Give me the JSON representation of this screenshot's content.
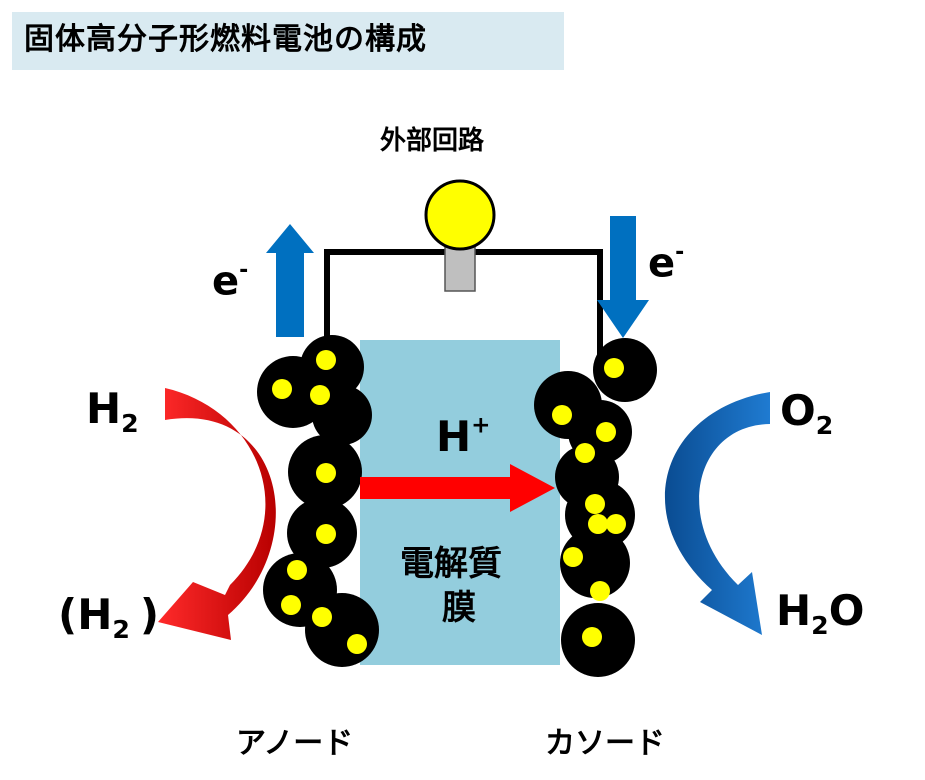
{
  "title": "固体高分子形燃料電池の構成",
  "external_circuit": "外部回路",
  "electron_left": "e",
  "electron_right": "e",
  "electron_sup": "-",
  "h_letter": "H",
  "sub_two": "2",
  "proton_sup": "+",
  "hydrogen_out_open": "(H",
  "hydrogen_out_close": ")",
  "oxygen_letter": "O",
  "water_letter": "O",
  "membrane_line1": "電解質",
  "membrane_line2": "膜",
  "anode": "アノード",
  "cathode": "カソード",
  "colors": {
    "title_bg": "#d9eaf1",
    "membrane": "#93cddd",
    "catalyst": "#000000",
    "platinum": "#ffff00",
    "proton_arrow": "#ff0000",
    "electron_arrow": "#0070c0",
    "bulb": "#ffff00",
    "bulb_base": "#bfbfbf"
  },
  "icons": [
    "light-bulb-icon",
    "electron-up-arrow-icon",
    "electron-down-arrow-icon",
    "proton-arrow-icon",
    "hydrogen-curved-arrow-icon",
    "oxygen-curved-arrow-icon"
  ]
}
